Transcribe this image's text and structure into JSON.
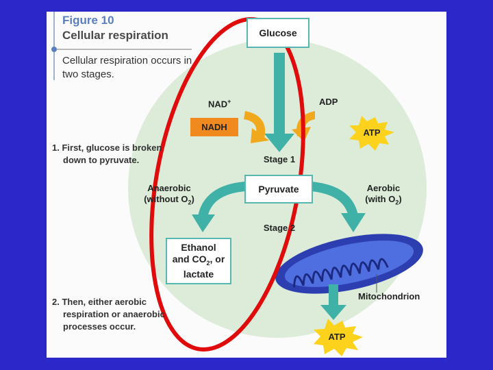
{
  "figure": {
    "number": "Figure 10",
    "title": "Cellular respiration",
    "caption": "Cellular respiration occurs in two stages."
  },
  "steps": {
    "step1": "1. First, glucose is broken down to pyruvate.",
    "step2": "2. Then, either aerobic respiration or anaerobic processes occur."
  },
  "nodes": {
    "glucose": "Glucose",
    "pyruvate": "Pyruvate",
    "products_line1": "Ethanol",
    "products_line2": "and CO",
    "products_sub": "2",
    "products_line2_end": ", or",
    "products_line3": "lactate",
    "stage1": "Stage 1",
    "stage2": "Stage 2",
    "nad": "NAD",
    "nad_sup": "+",
    "nadh": "NADH",
    "adp": "ADP",
    "atp_top": "ATP",
    "atp_bottom": "ATP",
    "anaerobic": "Anaerobic",
    "without": "(without O",
    "without_sub": "2",
    "aerobic": "Aerobic",
    "with": "(with O",
    "with_sub": "2",
    "mitochondrion": "Mitochondrion"
  },
  "colors": {
    "background": "#2b27c8",
    "circle": "#dcecd9",
    "teal_arrow": "#3fb1a6",
    "orange_arrow": "#f2a81c",
    "nadh_box": "#f08a1e",
    "atp_burst": "#fcd21c",
    "highlight_ellipse": "#e00b0b",
    "mitochondrion": "#2d3fb0"
  }
}
